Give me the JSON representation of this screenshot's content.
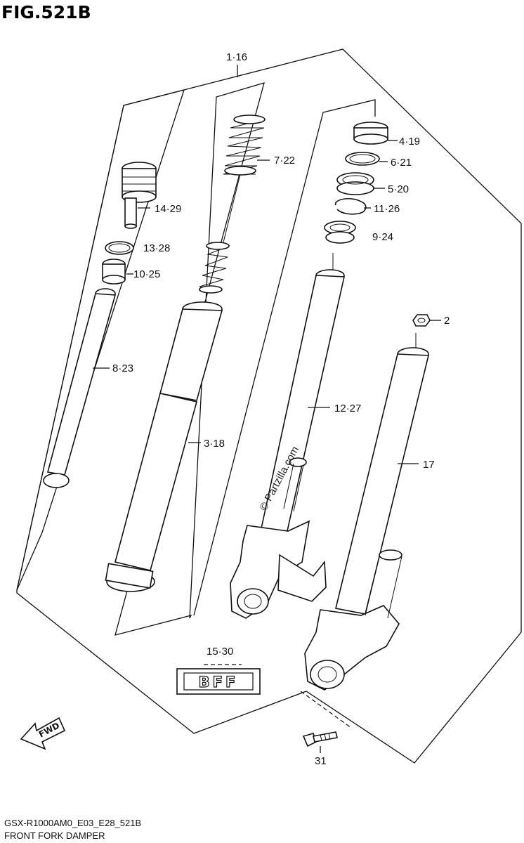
{
  "figure": {
    "title": "FIG.521B",
    "model_code": "GSX-R1000AM0_E03_E28_521B",
    "caption": "FRONT FORK DAMPER",
    "watermark": "© Partzilla.com",
    "fwd_label": "FWD",
    "bfp_badge": "BFF"
  },
  "callouts": [
    {
      "id": "assy",
      "label": "1·16"
    },
    {
      "id": "p7",
      "label": "7·22"
    },
    {
      "id": "p14",
      "label": "14·29"
    },
    {
      "id": "p13",
      "label": "13·28"
    },
    {
      "id": "p10",
      "label": "10·25"
    },
    {
      "id": "p8",
      "label": "8·23"
    },
    {
      "id": "p3",
      "label": "3·18"
    },
    {
      "id": "p4",
      "label": "4·19"
    },
    {
      "id": "p6",
      "label": "6·21"
    },
    {
      "id": "p5",
      "label": "5·20"
    },
    {
      "id": "p11",
      "label": "11·26"
    },
    {
      "id": "p9",
      "label": "9·24"
    },
    {
      "id": "p12",
      "label": "12·27"
    },
    {
      "id": "p2",
      "label": "2"
    },
    {
      "id": "p17",
      "label": "17"
    },
    {
      "id": "p15",
      "label": "15·30"
    },
    {
      "id": "p31",
      "label": "31"
    }
  ]
}
